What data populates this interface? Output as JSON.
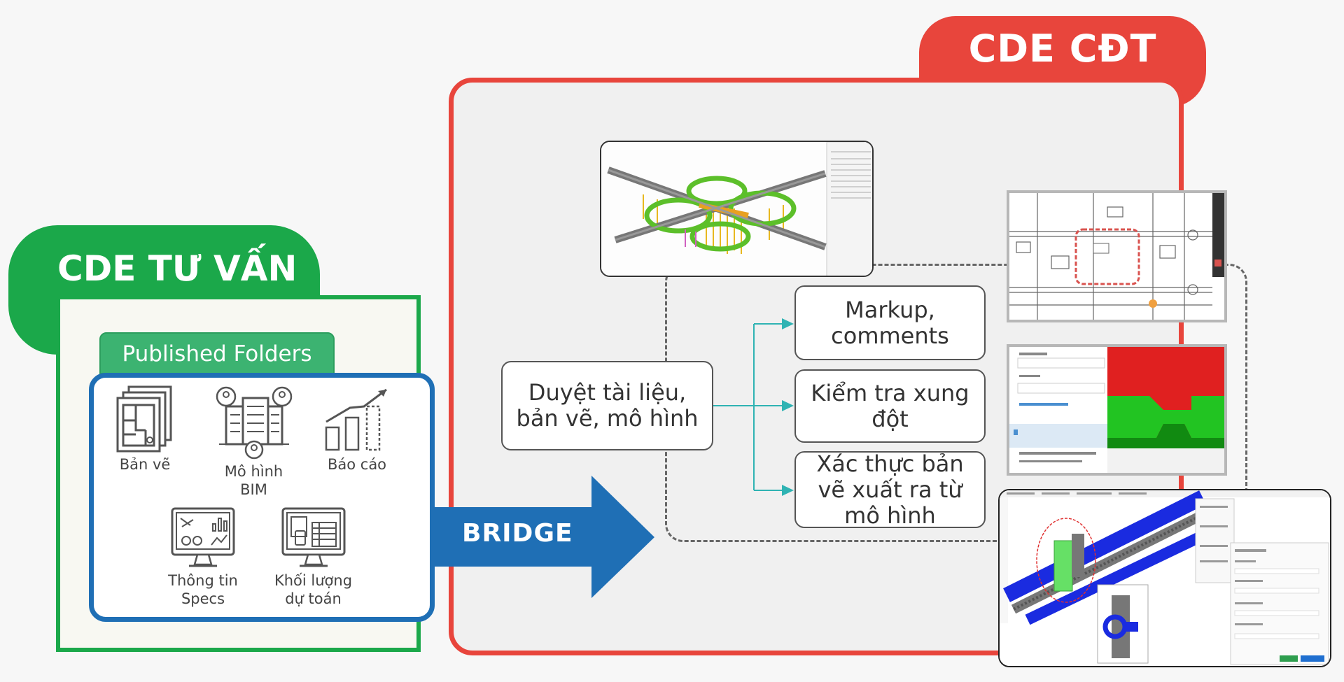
{
  "cde_cdt": {
    "title": "CDE CĐT"
  },
  "cde_tu_van": {
    "title": "CDE TƯ VẤN"
  },
  "published_folders": {
    "title": "Published Folders",
    "items": [
      {
        "label_lines": [
          "Bản vẽ"
        ],
        "icon": "drawings-icon"
      },
      {
        "label_lines": [
          "Mô hình",
          "BIM"
        ],
        "icon": "bim-building-icon"
      },
      {
        "label_lines": [
          "Báo cáo"
        ],
        "icon": "report-chart-icon"
      },
      {
        "label_lines": [
          "Thông tin",
          "Specs"
        ],
        "icon": "specs-monitor-icon"
      },
      {
        "label_lines": [
          "Khối lượng",
          "dự toán"
        ],
        "icon": "estimate-monitor-icon"
      }
    ]
  },
  "bridge": {
    "label": "BRIDGE"
  },
  "review": {
    "lines": [
      "Duyệt tài liệu,",
      "bản vẽ, mô hình"
    ]
  },
  "outputs": [
    {
      "lines": [
        "Markup,",
        "comments"
      ]
    },
    {
      "lines": [
        "Kiểm tra xung",
        "đột"
      ]
    },
    {
      "lines": [
        "Xác thực bản",
        "vẽ xuất ra từ",
        "mô hình"
      ]
    }
  ],
  "colors": {
    "cdt_red": "#e8453c",
    "tu_van_green": "#1ba84a",
    "published_green": "#3cb371",
    "bridge_blue": "#1f6fb5",
    "connector_teal": "#2fb3b3"
  },
  "screenshots": [
    {
      "name": "road-interchange-model-screenshot"
    },
    {
      "name": "floor-plan-markup-screenshot"
    },
    {
      "name": "clash-detection-screenshot"
    },
    {
      "name": "pipe-model-clash-test-screenshot"
    }
  ]
}
